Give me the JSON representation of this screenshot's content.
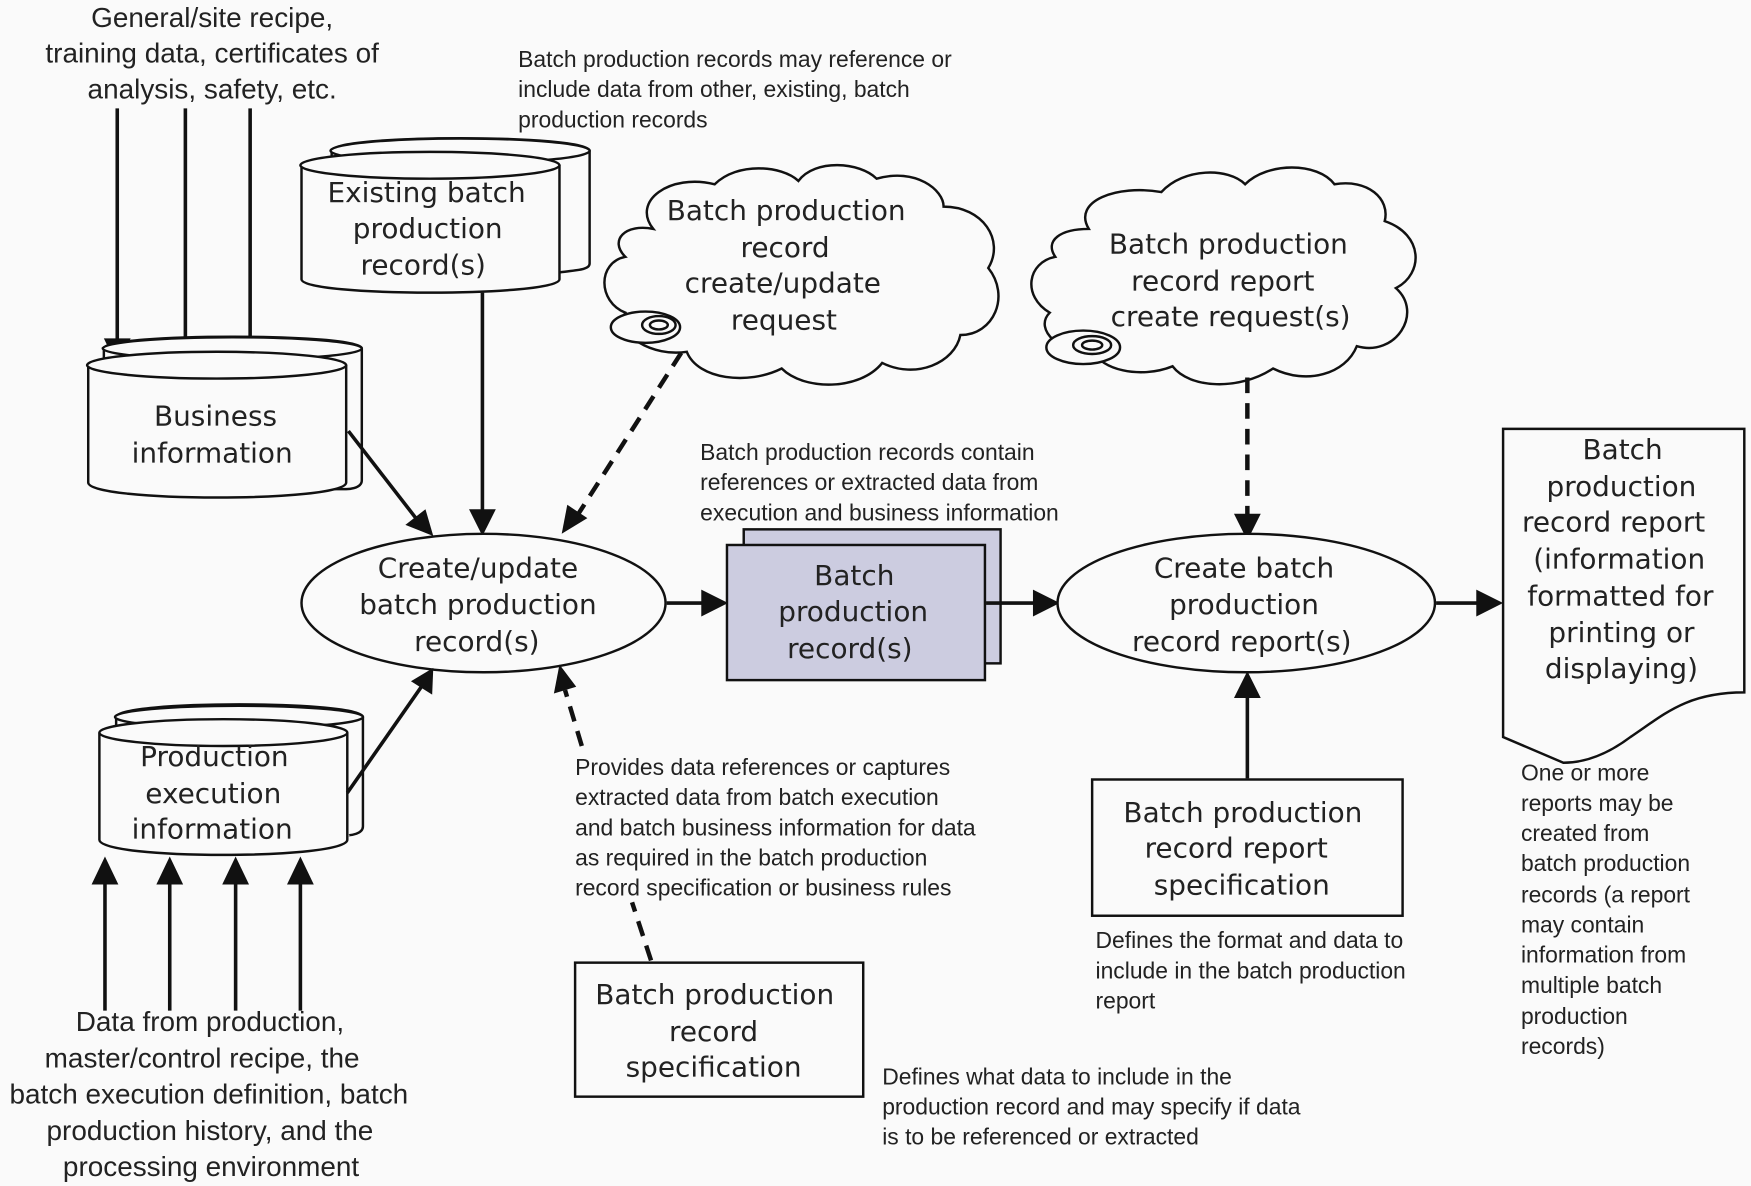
{
  "diagram": {
    "title": "Batch production record creation and reporting flow",
    "colors": {
      "background": "#fafafa",
      "stroke": "#111111",
      "batch_record_fill": "#cccce0",
      "text": "#222222"
    },
    "nodes": {
      "top_inputs_label": [
        "General/site recipe,",
        "training data, certificates of",
        "analysis, safety, etc."
      ],
      "existing_records": [
        "Existing batch",
        "production",
        "record(s)"
      ],
      "business_info": [
        "Business",
        "information"
      ],
      "production_exec": [
        "Production",
        "execution",
        "information"
      ],
      "bottom_inputs_label": [
        "Data from production,",
        "master/control recipe, the",
        "batch execution definition, batch",
        "production history, and the",
        "processing environment"
      ],
      "create_update_request": [
        "Batch production",
        "record",
        "create/update",
        "request"
      ],
      "create_update_process": [
        "Create/update",
        "batch production",
        "record(s)"
      ],
      "batch_records": [
        "Batch",
        "production",
        "record(s)"
      ],
      "report_request": [
        "Batch production",
        "record report",
        "create request(s)"
      ],
      "create_report_process": [
        "Create batch",
        "production",
        "record  report(s)"
      ],
      "report_output": [
        "Batch",
        "production",
        "record report",
        "(information",
        "formatted for",
        "printing or",
        "displaying)"
      ],
      "record_spec": [
        "Batch production",
        "record",
        "specification"
      ],
      "report_spec": [
        "Batch production",
        "record report",
        "specification"
      ]
    },
    "notes": {
      "existing_reference": [
        "Batch production records may reference or",
        "include data from other, existing, batch",
        "production records"
      ],
      "records_contain": [
        "Batch production records contain",
        "references or extracted data from",
        "execution and business information"
      ],
      "provides_data": [
        "Provides data references or captures",
        "extracted data from batch execution",
        "and batch business information for data",
        "as required in the batch production",
        "record specification or business rules"
      ],
      "record_spec_desc": [
        "Defines what data to include in the",
        "production record and may specify if data",
        "is to be referenced or extracted"
      ],
      "report_spec_desc": [
        "Defines the format and data to",
        "include in the batch production",
        "report"
      ],
      "reports_multi": [
        "One or more",
        "reports may be",
        "created from",
        "batch production",
        "records (a report",
        "may contain",
        "information from",
        "multiple batch",
        "production",
        "records)"
      ]
    }
  }
}
